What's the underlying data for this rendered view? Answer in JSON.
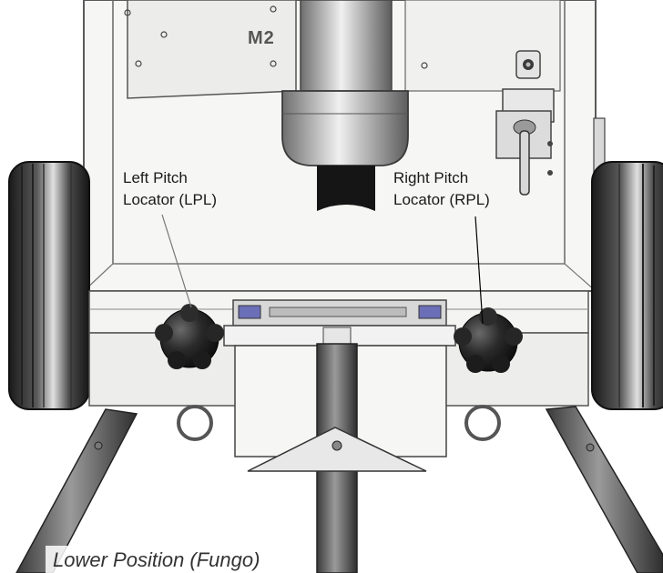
{
  "figure": {
    "callouts": {
      "left": {
        "line1": "Left Pitch",
        "line2": "Locator (LPL)"
      },
      "right": {
        "line1": "Right Pitch",
        "line2": "Locator (RPL)"
      }
    },
    "plate_marking": "M2",
    "caption": "Lower Position (Fungo)"
  },
  "colors": {
    "frame_light": "#f4f4f2",
    "tire_dark": "#2c2c2c",
    "knob_dark": "#1e1e1e",
    "accent_blue": "#6b6fb8"
  }
}
